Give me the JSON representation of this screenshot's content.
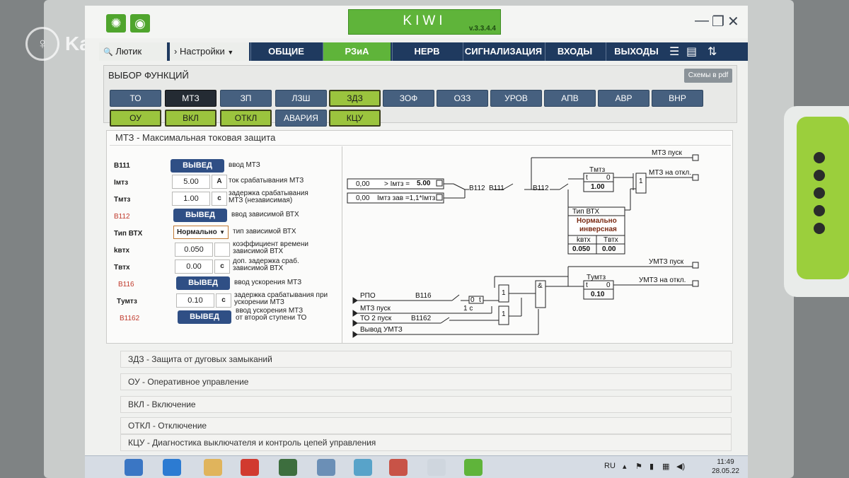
{
  "watermark": {
    "text": "Kaspi.kz"
  },
  "app": {
    "title": "KIWI",
    "version": "v.3.3.4.4"
  },
  "breadcrumb": [
    "Лютик",
    "Настройки"
  ],
  "tabs": [
    {
      "label": "ОБЩИЕ",
      "active": false
    },
    {
      "label": "РЗиА",
      "active": true
    },
    {
      "label": "НЕРВ",
      "active": false
    },
    {
      "label": "СИГНАЛИЗАЦИЯ",
      "active": false
    },
    {
      "label": "ВХОДЫ",
      "active": false
    },
    {
      "label": "ВЫХОДЫ",
      "active": false
    }
  ],
  "functions_panel": {
    "title": "ВЫБОР ФУНКЦИЙ",
    "pdf_button": "Схемы в pdf",
    "row1": [
      {
        "label": "ТО",
        "state": "blue"
      },
      {
        "label": "МТЗ",
        "state": "dark"
      },
      {
        "label": "ЗП",
        "state": "blue"
      },
      {
        "label": "ЛЗШ",
        "state": "blue"
      },
      {
        "label": "ЗДЗ",
        "state": "yellow"
      },
      {
        "label": "ЗОФ",
        "state": "blue"
      },
      {
        "label": "ОЗЗ",
        "state": "blue"
      },
      {
        "label": "УРОВ",
        "state": "blue"
      },
      {
        "label": "АПВ",
        "state": "blue"
      },
      {
        "label": "АВР",
        "state": "blue"
      },
      {
        "label": "ВНР",
        "state": "blue"
      }
    ],
    "row2": [
      {
        "label": "ОУ",
        "state": "yellow"
      },
      {
        "label": "ВКЛ",
        "state": "yellow"
      },
      {
        "label": "ОТКЛ",
        "state": "yellow"
      },
      {
        "label": "АВАРИЯ",
        "state": "blue"
      },
      {
        "label": "КЦУ",
        "state": "yellow"
      }
    ]
  },
  "mtz": {
    "title": "МТЗ - Максимальная токовая защита",
    "params": [
      {
        "id": "В111",
        "red": false,
        "button": "ВЫВЕД",
        "desc": [
          "ввод МТЗ"
        ]
      },
      {
        "id": "Iмтз",
        "red": false,
        "value": "5.00",
        "unit": "А",
        "desc": [
          "ток срабатывания МТЗ"
        ]
      },
      {
        "id": "Tмтз",
        "red": false,
        "value": "1.00",
        "unit": "с",
        "desc": [
          "задержка срабатывания",
          "МТЗ (независимая)"
        ]
      },
      {
        "id": "В112",
        "red": true,
        "button": "ВЫВЕД",
        "desc": [
          "ввод зависимой ВТХ"
        ]
      },
      {
        "id": "Тип ВТХ",
        "red": false,
        "select": "Нормально",
        "desc": [
          "тип зависимой ВТХ"
        ]
      },
      {
        "id": "kвтх",
        "red": false,
        "value": "0.050",
        "unit": "",
        "desc": [
          "коэффициент времени",
          "зависимой ВТХ"
        ]
      },
      {
        "id": "Tвтх",
        "red": false,
        "value": "0.00",
        "unit": "с",
        "desc": [
          "доп. задержка сраб.",
          "зависимой ВТХ"
        ]
      },
      {
        "id": "В116",
        "red": true,
        "button": "ВЫВЕД",
        "desc": [
          "ввод ускорения МТЗ"
        ]
      },
      {
        "id": "Tумтз",
        "red": false,
        "value": "0.10",
        "unit": "с",
        "desc": [
          "задержка срабатывания при",
          "ускорении МТЗ"
        ]
      },
      {
        "id": "В1162",
        "red": true,
        "button": "ВЫВЕД",
        "desc": [
          "ввод ускорения МТЗ",
          "от второй ступени ТО"
        ]
      }
    ],
    "diagram": {
      "in1_value": "0,00",
      "in1_label": "> Iмтз =",
      "in1_set": "5.00",
      "in2_value": "0,00",
      "in2_label": "Iмтз зав =1,1*Iмтз",
      "b112_a": "В112",
      "b111": "В111",
      "b112_b": "В112",
      "tmtz_label": "Tмтз",
      "tmtz_value": "1.00",
      "or1": "1",
      "out_pusk": "МТЗ пуск",
      "out_otkl": "МТЗ на откл.",
      "vth_title": "Тип ВТХ",
      "vth_type": [
        "Нормально",
        "инверсная"
      ],
      "vth_k_label": "kвтх",
      "vth_t_label": "Tвтх",
      "vth_k": "0.050",
      "vth_t": "0.00",
      "umtz_pusk": "УМТЗ пуск",
      "umtz_otkl": "УМТЗ на откл.",
      "tumtz_label": "Tумтз",
      "tumtz_value": "0.10",
      "rpo": "РПО",
      "b116": "В116",
      "one_sec": "1 с",
      "mtz_pusk": "МТЗ пуск",
      "to2_pusk": "ТО 2 пуск",
      "b1162": "В1162",
      "vyvod_umtz": "Вывод УМТЗ",
      "or_label": "1",
      "and_label": "&",
      "timer_t": "t",
      "timer_0": "0"
    }
  },
  "accordions": [
    "ЗДЗ - Защита от дуговых замыканий",
    "ОУ - Оперативное управление",
    "ВКЛ - Включение",
    "ОТКЛ - Отключение",
    "КЦУ - Диагностика выключателя и контроль цепей управления"
  ],
  "taskbar": {
    "lang": "RU",
    "time": "11:49",
    "date": "28.05.22"
  }
}
